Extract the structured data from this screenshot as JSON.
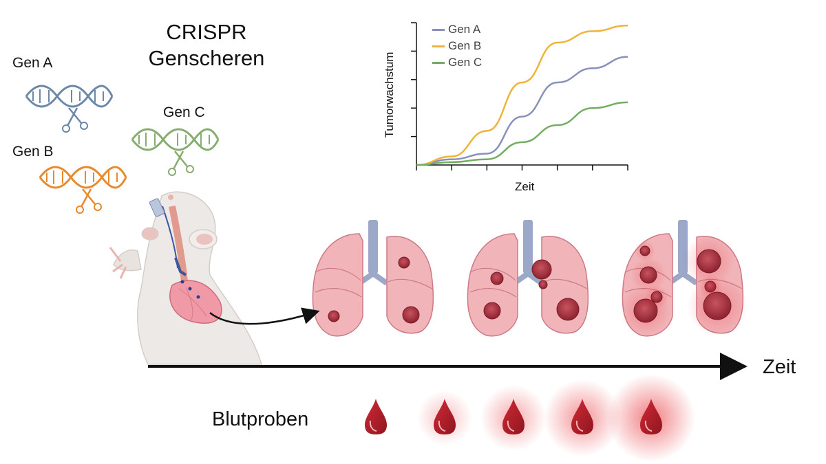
{
  "title": {
    "line1": "CRISPR",
    "line2": "Genscheren"
  },
  "genes": [
    {
      "label": "Gen A",
      "color": "#6b88a8"
    },
    {
      "label": "Gen B",
      "color": "#e8892a"
    },
    {
      "label": "Gen C",
      "color": "#86ad70"
    }
  ],
  "timeline": {
    "label": "Zeit"
  },
  "blood": {
    "label": "Blutproben",
    "samples": 5
  },
  "lungs": {
    "stages": 3
  },
  "chart_data": {
    "type": "line",
    "ylabel": "Tumorwachstum",
    "xlabel": "Zeit",
    "x": [
      0,
      1,
      2,
      3,
      4,
      5,
      6
    ],
    "ylim": [
      0,
      5
    ],
    "legend": "top-left",
    "series": [
      {
        "name": "Gen A",
        "color": "#8891bb",
        "values": [
          0.0,
          0.2,
          0.4,
          1.7,
          2.9,
          3.4,
          3.8
        ]
      },
      {
        "name": "Gen B",
        "color": "#f0b33a",
        "values": [
          0.0,
          0.3,
          1.2,
          2.9,
          4.3,
          4.7,
          4.9
        ]
      },
      {
        "name": "Gen C",
        "color": "#72ad62",
        "values": [
          0.0,
          0.1,
          0.2,
          0.8,
          1.4,
          2.0,
          2.2
        ]
      }
    ]
  }
}
